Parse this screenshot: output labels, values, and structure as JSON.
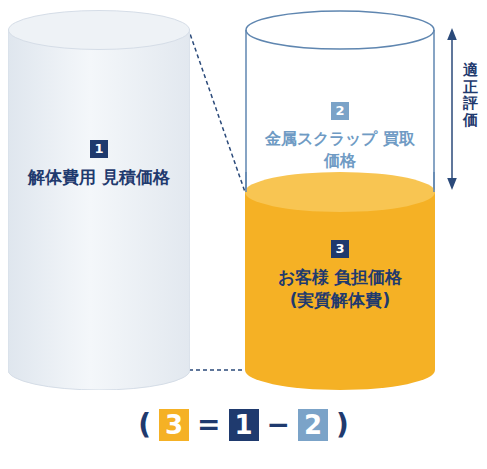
{
  "diagram": {
    "nodes": [
      {
        "text": [
          "1",
          "解体費用 見積価格"
        ]
      },
      {
        "text": [
          "2",
          "金属スクラップ 買取価格"
        ]
      },
      {
        "text": [
          "3",
          "お客様 負担価格 (実質解体費)"
        ]
      }
    ],
    "edges": [
      {
        "from": 0,
        "to": 2,
        "arrow": "none"
      },
      {
        "from": 0,
        "to": 2,
        "arrow": "none"
      }
    ],
    "labels": [
      "適正評価",
      "(",
      "3",
      "=",
      "1",
      "−",
      "2",
      ")"
    ]
  }
}
